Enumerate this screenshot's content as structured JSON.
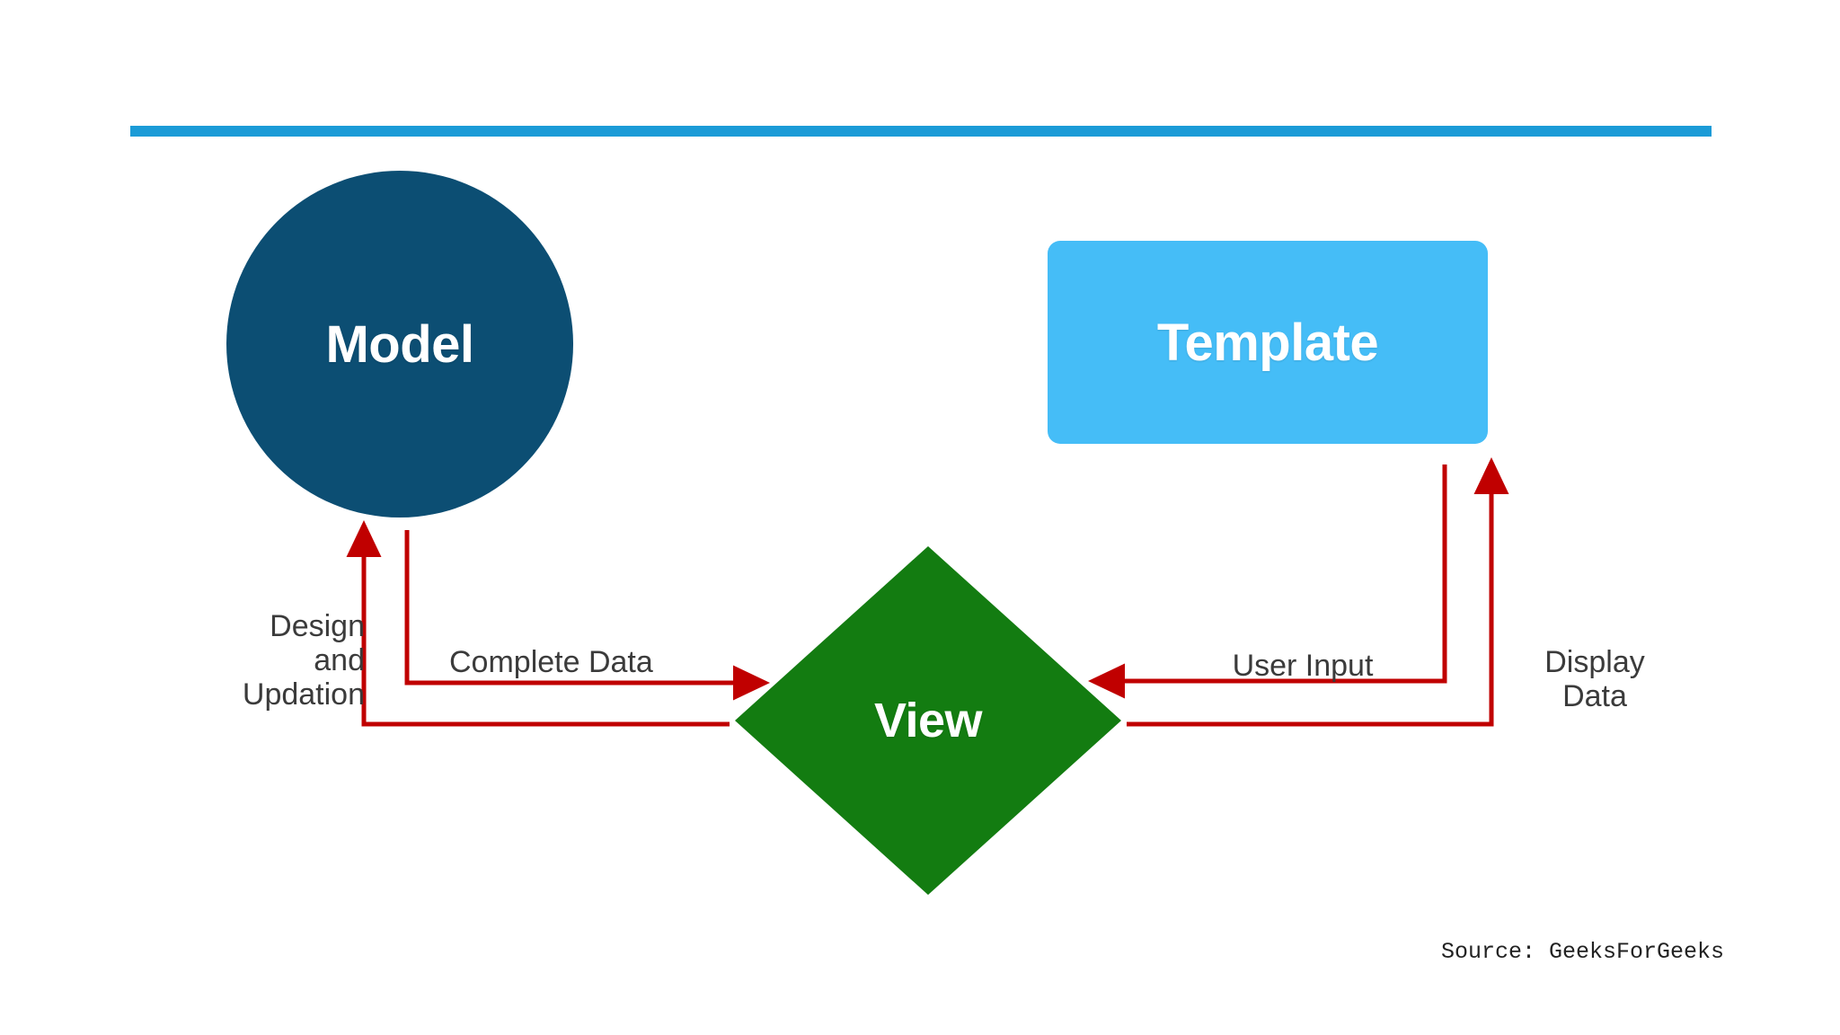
{
  "diagram": {
    "title_bar": {
      "color": "#1B9BD7"
    },
    "nodes": [
      {
        "id": "model",
        "label": "Model",
        "shape": "circle",
        "color": "#0C4E73"
      },
      {
        "id": "template",
        "label": "Template",
        "shape": "rounded-rect",
        "color": "#45BDF7"
      },
      {
        "id": "view",
        "label": "View",
        "shape": "diamond",
        "color": "#137C11"
      }
    ],
    "edges": [
      {
        "id": "design-updation",
        "label": "Design\nand\nUpdation",
        "from": "view",
        "to": "model",
        "color": "#C00000"
      },
      {
        "id": "complete-data",
        "label": "Complete Data",
        "from": "model",
        "to": "view",
        "color": "#C00000"
      },
      {
        "id": "user-input",
        "label": "User Input",
        "from": "template",
        "to": "view",
        "color": "#C00000"
      },
      {
        "id": "display-data",
        "label": "Display\nData",
        "from": "view",
        "to": "template",
        "color": "#C00000"
      }
    ],
    "source_note": "Source: GeeksForGeeks"
  }
}
